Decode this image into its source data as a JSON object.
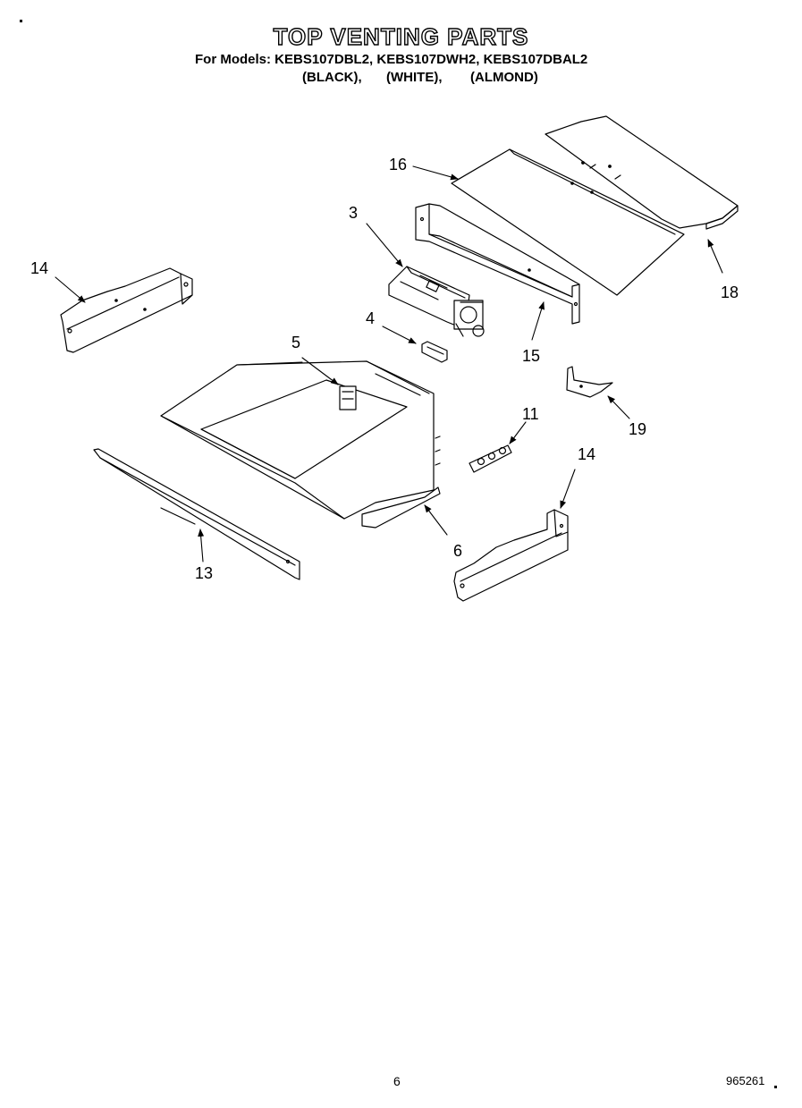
{
  "header": {
    "title": "TOP VENTING PARTS",
    "models_line": "For Models: KEBS107DBL2, KEBS107DWH2, KEBS107DBAL2",
    "colors": [
      "(BLACK),",
      "(WHITE),",
      "(ALMOND)"
    ]
  },
  "callouts": [
    "16",
    "3",
    "14",
    "18",
    "4",
    "15",
    "5",
    "19",
    "11",
    "14",
    "6",
    "13"
  ],
  "footer": {
    "page_number": "6",
    "doc_code": "965261"
  }
}
